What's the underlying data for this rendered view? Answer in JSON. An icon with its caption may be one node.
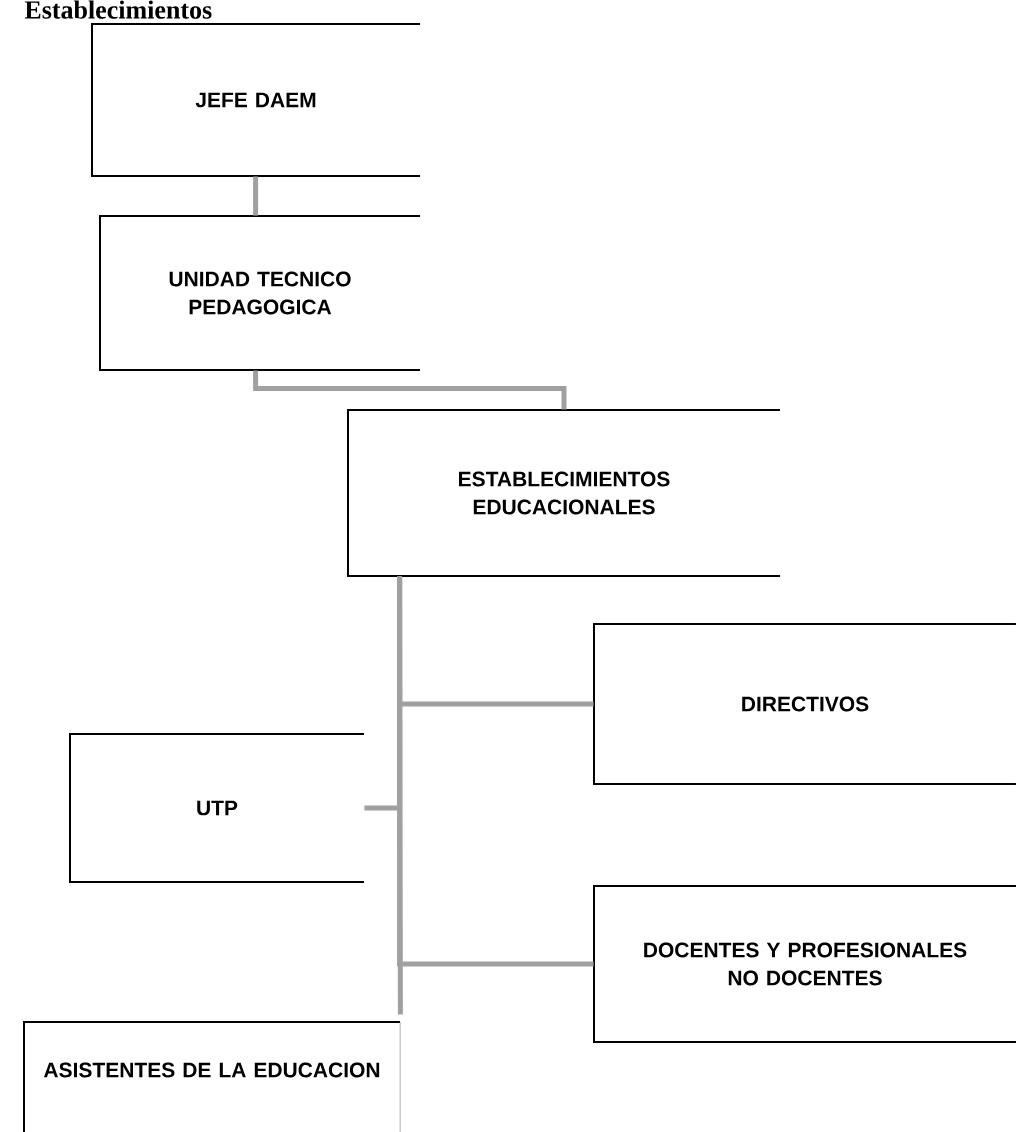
{
  "diagram": {
    "title": "Establecimientos",
    "nodes": [
      {
        "text": [
          "JEFE DAEM"
        ]
      },
      {
        "text": [
          "UNIDAD TECNICO PEDAGOGICA"
        ]
      },
      {
        "text": [
          "ESTABLECIMIENTOS EDUCACIONALES"
        ]
      },
      {
        "text": [
          "DIRECTIVOS"
        ]
      },
      {
        "text": [
          "UTP"
        ]
      },
      {
        "text": [
          "DOCENTES Y PROFESIONALES NO DOCENTES"
        ]
      },
      {
        "text": [
          "ASISTENTES DE LA EDUCACION"
        ]
      }
    ],
    "edges": [
      {
        "from": 0,
        "to": 1,
        "arrow": "none"
      },
      {
        "from": 1,
        "to": 2,
        "arrow": "none"
      },
      {
        "from": 2,
        "to": 3,
        "arrow": "none"
      },
      {
        "from": 2,
        "to": 4,
        "arrow": "none"
      },
      {
        "from": 2,
        "to": 5,
        "arrow": "none"
      },
      {
        "from": 2,
        "to": 6,
        "arrow": "none"
      }
    ]
  }
}
